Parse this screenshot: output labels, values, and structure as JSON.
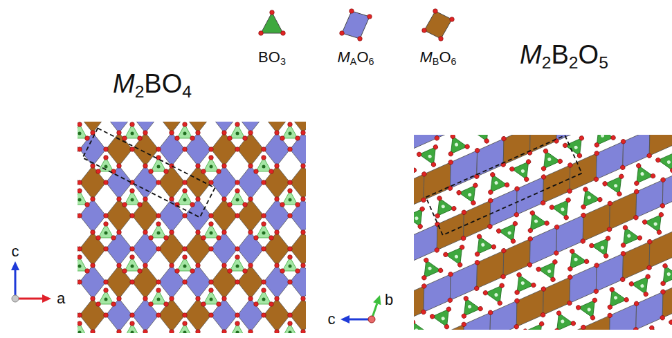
{
  "diagram": {
    "labels": [
      "M2BO4",
      "M2B2O5",
      "c",
      "a",
      "b",
      "c"
    ],
    "legend": [
      {
        "text": "BO3",
        "color": "#3ea83e"
      },
      {
        "text": "MAO6",
        "color": "#8083d9"
      },
      {
        "text": "MBO6",
        "color": "#a7691f"
      }
    ]
  }
}
